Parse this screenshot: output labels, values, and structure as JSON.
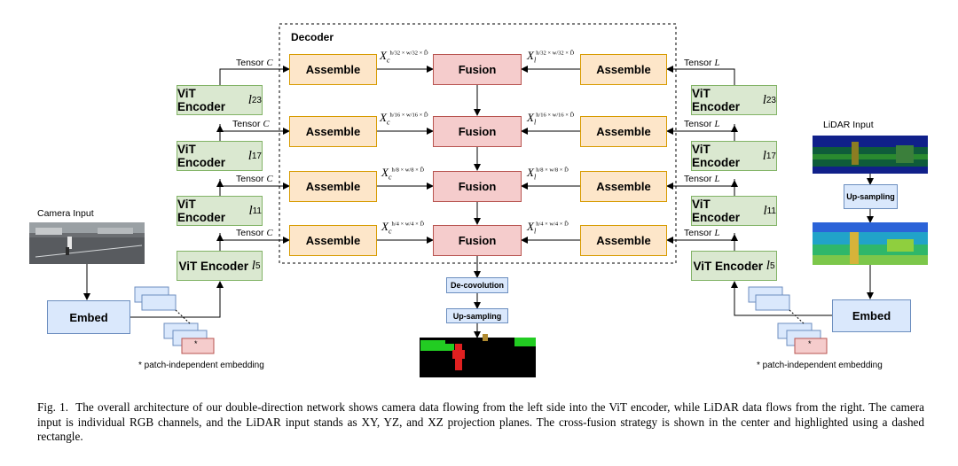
{
  "decoder_label": "Decoder",
  "camera_input_label": "Camera Input",
  "lidar_input_label": "LiDAR Input",
  "embed_label": "Embed",
  "assemble_label": "Assemble",
  "fusion_label": "Fusion",
  "deconv_label": "De-covolution",
  "upsampling_label": "Up-sampling",
  "patch_star": "*",
  "patch_note": "* patch-independent embedding",
  "vit_prefix": "ViT Encoder",
  "layers": [
    "23",
    "17",
    "11",
    "5"
  ],
  "tensor_c_prefix": "Tensor ",
  "tensor_c_var": "C",
  "tensor_l_var": "L",
  "feat_c_base": "X",
  "feat_c_sub": "c",
  "feat_l_sub": "l",
  "feat_sups": [
    "h/32 × w/32 × D̂",
    "h/16 × w/16 × D̂",
    "h/8 × w/8 × D̂",
    "h/4 × w/4 × D̂"
  ],
  "caption": {
    "prefix": "Fig. 1.",
    "text": "The overall architecture of our double-direction network shows camera data flowing from the left side into the ViT encoder, while LiDAR data flows from the right. The camera input is individual RGB channels, and the LiDAR input stands as XY, YZ, and XZ projection planes. The cross-fusion strategy is shown in the center and highlighted using a dashed rectangle."
  }
}
